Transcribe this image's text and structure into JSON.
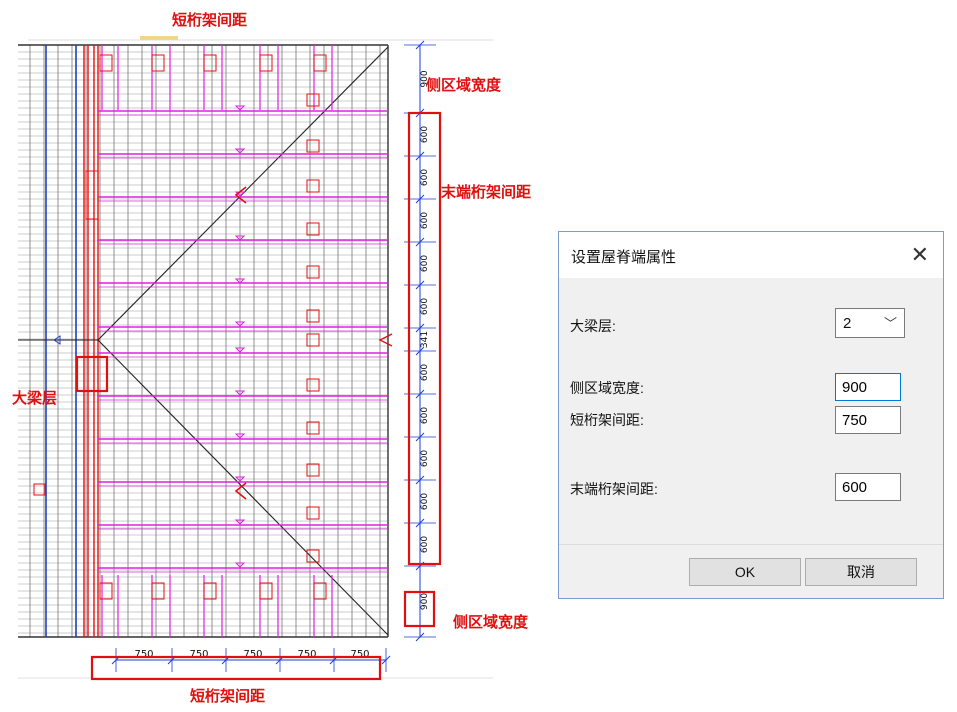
{
  "annotations": {
    "short_truss_spacing_top": "短桁架间距",
    "short_truss_spacing_bottom": "短桁架间距",
    "side_width_top": "侧区域宽度",
    "side_width_bottom": "侧区域宽度",
    "end_truss_spacing": "末端桁架间距",
    "girder_layer": "大梁层"
  },
  "drawing": {
    "right_dims": [
      "900",
      "600",
      "600",
      "600",
      "600",
      "600",
      "341",
      "600",
      "600",
      "600",
      "600",
      "600",
      "900"
    ],
    "bottom_dims": [
      "750",
      "750",
      "750",
      "750",
      "750"
    ],
    "colors": {
      "truss": "#e020e0",
      "girder": "#e01010",
      "beam": "#2040c0",
      "line": "#333333",
      "dim": "#1a3fd8",
      "highlight": "#e01010"
    }
  },
  "dialog": {
    "title": "设置屋脊端属性",
    "close_icon": "close-icon",
    "girder_layer_label": "大梁层:",
    "girder_layer_value": "2",
    "side_width_label": "侧区域宽度:",
    "side_width_value": "900",
    "short_spacing_label": "短桁架间距:",
    "short_spacing_value": "750",
    "end_spacing_label": "末端桁架间距:",
    "end_spacing_value": "600",
    "ok_label": "OK",
    "cancel_label": "取消"
  }
}
